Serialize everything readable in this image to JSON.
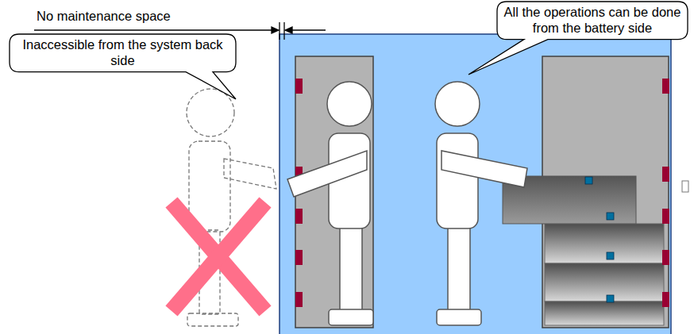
{
  "diagram": {
    "nodes": [
      {
        "text": [
          "All the operations can be done from the battery side"
        ]
      },
      {
        "text": [
          "Inaccessible from the system back side"
        ]
      }
    ],
    "labels": [
      "No maintenance space"
    ]
  }
}
